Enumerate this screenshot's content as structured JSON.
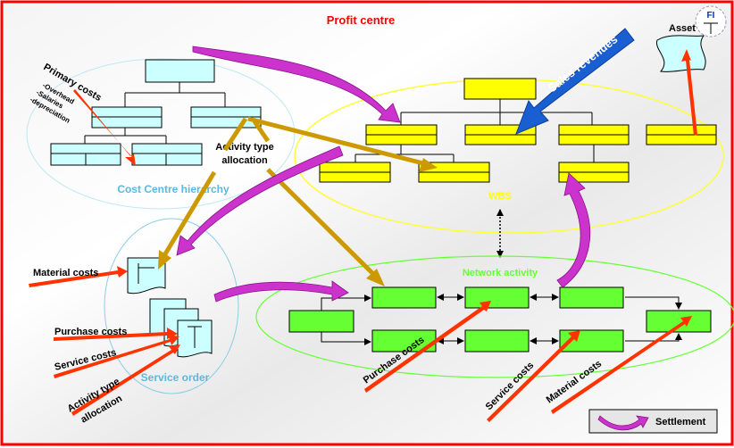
{
  "title": "Profit centre",
  "cost_centre": {
    "label": "Cost Centre hierarchy",
    "primary_costs": {
      "heading": "Primary costs",
      "items": [
        "-Overhead",
        "-Salaries",
        "-depreciation"
      ]
    },
    "activity_type_allocation": [
      "Activity type",
      "allocation"
    ]
  },
  "wbs": {
    "label": "WBS"
  },
  "sales_revenues": "Sales revenues",
  "asset": {
    "label": "Asset",
    "fi_badge": "FI"
  },
  "network": {
    "label": "Network activity"
  },
  "service_order": {
    "label": "Service order",
    "inputs": {
      "material_costs": "Material costs",
      "purchase_costs": "Purchase costs",
      "service_costs": "Service costs",
      "activity_type_allocation": [
        "Activity type",
        "allocation"
      ]
    }
  },
  "network_costs": {
    "purchase_costs": "Purchase costs",
    "service_costs": "Service costs",
    "material_costs": "Material costs"
  },
  "legend": {
    "settlement": "Settlement"
  },
  "colors": {
    "cost_centre_box": "#ccffff",
    "wbs_box": "#ffff00",
    "network_box": "#66ff33",
    "red_arrow": "#ff3300",
    "blue_arrow": "#0055cc",
    "gold_arrow": "#cc9900",
    "settlement_arrow": "#cc33cc",
    "title_red": "#ff0000"
  }
}
